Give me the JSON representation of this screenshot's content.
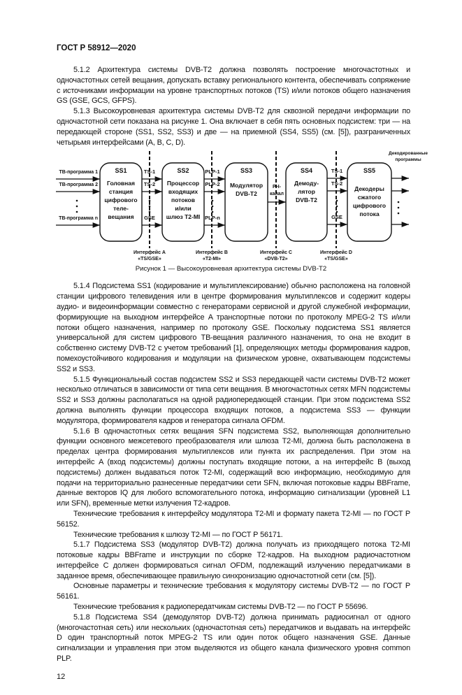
{
  "header": "ГОСТ Р 58912—2020",
  "para_top": [
    "5.1.2 Архитектура системы DVB-T2 должна позволять построение многочастотных и одночастотных сетей вещания, допускать вставку регионального контента, обеспечивать сопряжение с источниками информации на уровне транспортных потоков (TS) и/или потоков общего назначения GS (GSE, GCS, GFPS).",
    "5.1.3 Высокоуровневая архитектура системы DVB-T2 для сквозной передачи информации по одночастотной сети показана на рисунке 1. Она включает в себя пять основных подсистем: три — на передающей стороне (SS1, SS2, SS3) и две — на приемной (SS4, SS5) (см. [5]), разграниченных четырьмя интерфейсами (A, B, C, D)."
  ],
  "diagram": {
    "inputs": [
      "ТВ-программа 1",
      "ТВ-программа 2",
      "ТВ-программа n"
    ],
    "blocks": [
      {
        "id": "SS1",
        "lines": [
          "Головная",
          "станция",
          "цифрового",
          "теле-",
          "вещания"
        ]
      },
      {
        "id": "SS2",
        "lines": [
          "Процессор",
          "входящих",
          "потоков",
          "и/или",
          "шлюз T2-MI"
        ]
      },
      {
        "id": "SS3",
        "lines": [
          "Модулятор",
          "DVB-T2"
        ]
      },
      {
        "id": "SS4",
        "lines": [
          "Демоду-",
          "лятор",
          "DVB-T2"
        ]
      },
      {
        "id": "SS5",
        "lines": [
          "Декодеры",
          "сжатого",
          "цифрового",
          "потока"
        ]
      }
    ],
    "ss1_out": [
      "TS-1",
      "TS-2",
      "GSE"
    ],
    "ss2_out": [
      "PLP-1",
      "PLP-2",
      "PLP-n"
    ],
    "rf": [
      "РЧ-",
      "канал"
    ],
    "ss4_out": [
      "TS-1",
      "TS-2",
      "GSE"
    ],
    "outputs_label": [
      "Декодированные",
      "программы"
    ],
    "interfaces": [
      {
        "name": "Интерфейс A",
        "type": "«TS/GSE»"
      },
      {
        "name": "Интерфейс B",
        "type": "«T2-MI»"
      },
      {
        "name": "Интерфейс C",
        "type": "«DVB-T2»"
      },
      {
        "name": "Интерфейс D",
        "type": "«TS/GSE»"
      }
    ]
  },
  "caption": "Рисунок 1 — Высокоуровневая архитектура системы DVB-T2",
  "para_bottom": [
    "5.1.4 Подсистема SS1 (кодирование и мультиплексирование) обычно расположена на головной станции цифрового телевидения или в центре формирования мультиплексов и содержит кодеры аудио- и видеоинформации совместно с генераторами сервисной и другой служебной информации, формирующие на выходном интерфейсе A транспортные потоки по протоколу MPEG-2 TS и/или потоки общего назначения, например по протоколу GSE. Поскольку подсистема SS1 является универсальной для систем цифрового ТВ-вещания различного назначения, то она не входит в собственно систему DVB-T2 с учетом требований [1], определяющих методы формирования кадров, помехоустойчивого кодирования и модуляции на физическом уровне, охватывающем подсистемы SS2 и SS3.",
    "5.1.5 Функциональный состав подсистем SS2 и SS3 передающей части системы DVB-T2 может несколько отличаться в зависимости от типа сети вещания. В многочастотных сетях MFN подсистемы SS2 и SS3 должны располагаться на одной радиопередающей станции. При этом подсистема SS2 должна выполнять функции процессора входящих потоков, а подсистема SS3 — функции модулятора, формирователя кадров и генератора сигнала OFDM.",
    "5.1.6 В одночастотных сетях вещания SFN подсистема SS2, выполняющая дополнительно функции основного межсетевого преобразователя или шлюза T2-MI, должна быть расположена в пределах центра формирования мультиплексов или пункта их распределения. При этом на интерфейс A (вход подсистемы) должны поступать входящие потоки, а на интерфейс B (выход подсистемы) должен выдаваться поток T2-MI, содержащий всю информацию, необходимую для подачи на территориально разнесенные передатчики сети SFN, включая потоковые кадры BBFrame, данные векторов IQ для любого вспомогательного потока, информацию сигнализации (уровней L1 или SFN), временные метки излучения T2-кадров.",
    "Технические требования к интерфейсу модулятора T2-MI и формату пакета T2-MI — по ГОСТ Р 56152.",
    "Технические требования к шлюзу T2-MI — по ГОСТ Р 56171.",
    "5.1.7 Подсистема SS3 (модулятор DVB-T2) должна получать из приходящего потока T2-MI потоковые кадры BBFrame и инструкции по сборке T2-кадров. На выходном радиочастотном интерфейсе C должен формироваться сигнал OFDM, подлежащий излучению передатчиками в заданное время, обеспечивающее правильную синхронизацию одночастотной сети (см. [5]).",
    "Основные параметры и технические требования к модулятору системы DVB-T2 — по ГОСТ Р 56161.",
    "Технические требования к радиопередатчикам системы DVB-T2 — по ГОСТ Р 55696.",
    "5.1.8 Подсистема SS4 (демодулятор DVB-T2) должна принимать радиосигнал от одного (многочастотная сеть) или нескольких (одночастотная сеть) передатчиков и выдавать на интерфейс D один транспортный поток MPEG-2 TS или один поток общего назначения GSE. Данные сигнализации и управления при этом выделяются из общего канала физического уровня common PLP."
  ],
  "page_number": "12"
}
